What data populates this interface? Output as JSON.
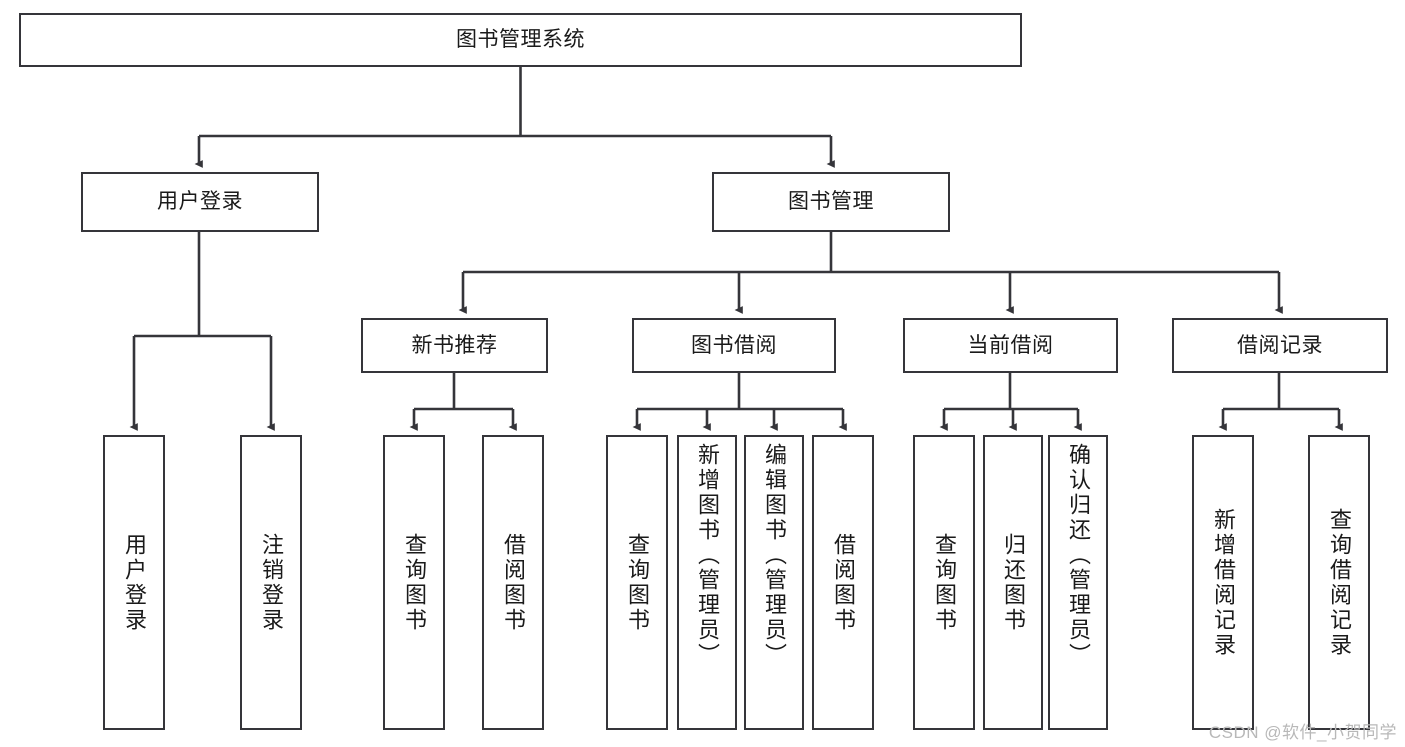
{
  "diagram": {
    "title": "图书管理系统",
    "watermark": "CSDN @软件_小贺同学",
    "colors": {
      "box_border": "#35353a",
      "connector": "#35353a",
      "background": "#ffffff",
      "watermark": "#b8b8b8"
    },
    "root": {
      "label": "图书管理系统"
    },
    "level1": [
      {
        "label": "用户登录"
      },
      {
        "label": "图书管理"
      }
    ],
    "level2": [
      {
        "label": "新书推荐"
      },
      {
        "label": "图书借阅"
      },
      {
        "label": "当前借阅"
      },
      {
        "label": "借阅记录"
      }
    ],
    "leaves": {
      "user_login": [
        {
          "label": "用户登录"
        },
        {
          "label": "注销登录"
        }
      ],
      "new_book_recommend": [
        {
          "label": "查询图书"
        },
        {
          "label": "借阅图书"
        }
      ],
      "book_borrow": [
        {
          "label": "查询图书"
        },
        {
          "label": "新增图书（管理员）"
        },
        {
          "label": "编辑图书（管理员）"
        },
        {
          "label": "借阅图书"
        }
      ],
      "current_borrow": [
        {
          "label": "查询图书"
        },
        {
          "label": "归还图书"
        },
        {
          "label": "确认归还（管理员）"
        }
      ],
      "borrow_record": [
        {
          "label": "新增借阅记录"
        },
        {
          "label": "查询借阅记录"
        }
      ]
    }
  }
}
